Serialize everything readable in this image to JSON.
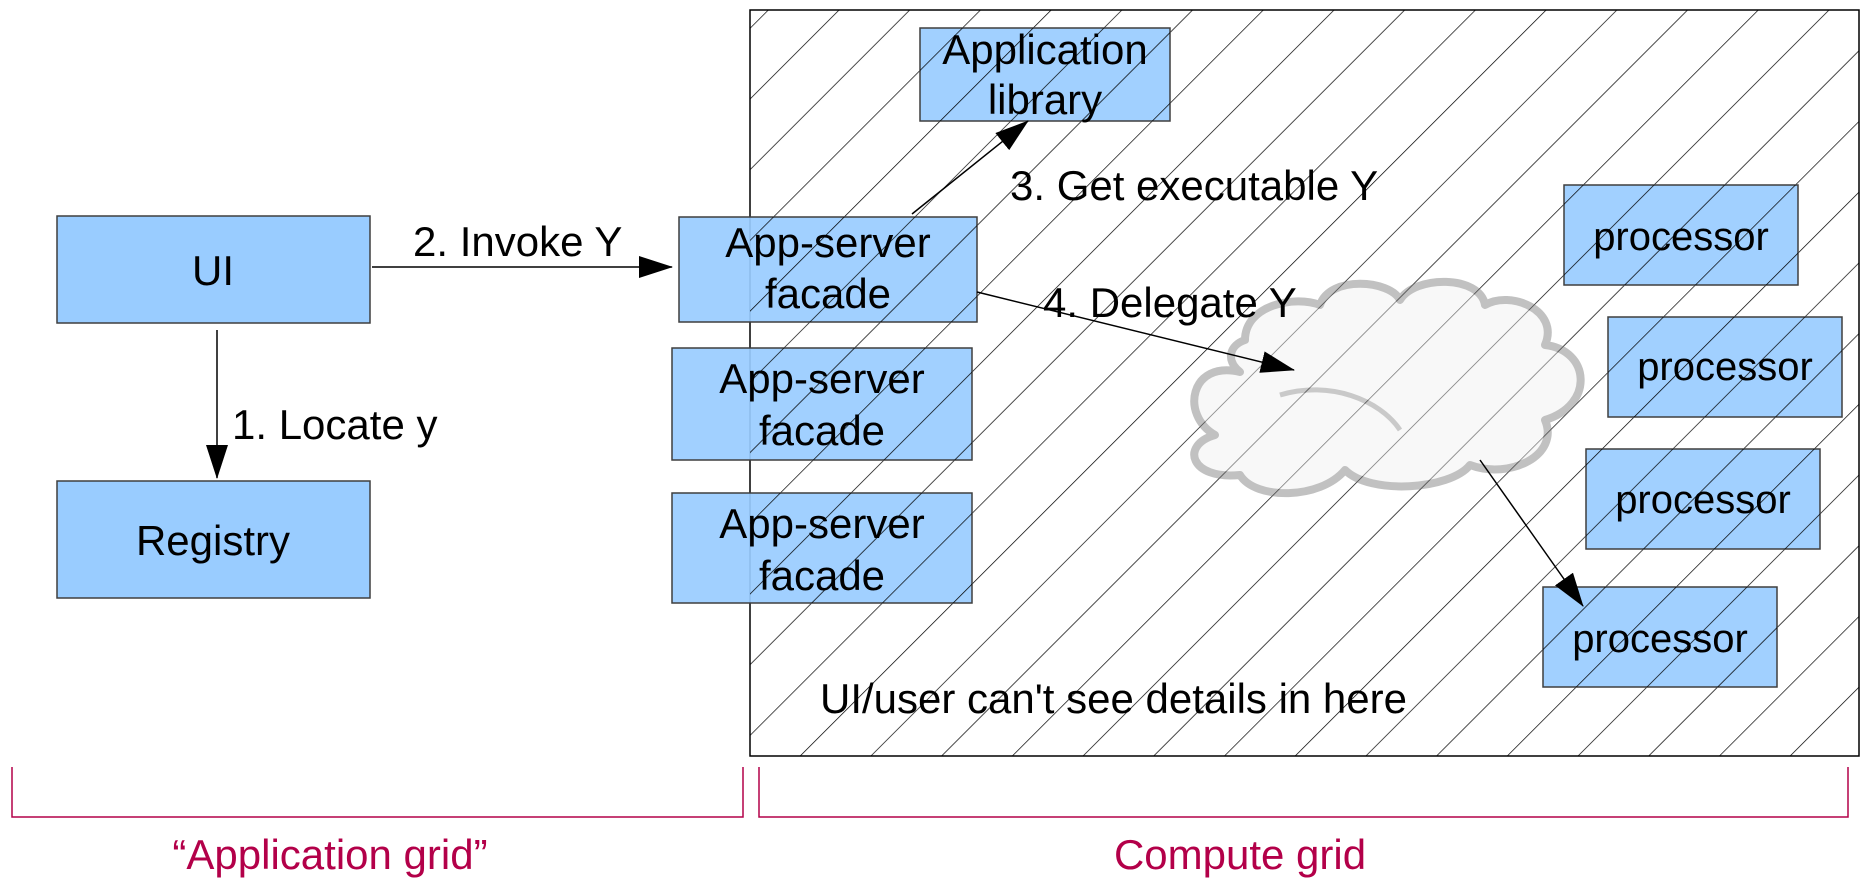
{
  "colors": {
    "box_fill": "#99ccff",
    "box_stroke": "#3f3f3f",
    "line": "#000000",
    "brace": "#b30049",
    "brace_label": "#b30049",
    "hatch": "#000000"
  },
  "nodes": {
    "ui": "UI",
    "registry": "Registry",
    "app_library_line1": "Application",
    "app_library_line2": "library",
    "facade_line1": "App-server",
    "facade_line2": "facade",
    "processor": "processor"
  },
  "edges": {
    "locate": "1. Locate y",
    "invoke": "2. Invoke Y",
    "get_executable": "3. Get executable Y",
    "delegate": "4. Delegate Y"
  },
  "notes": {
    "hidden_details": "UI/user can't see details in here"
  },
  "groups": {
    "application_grid": "“Application grid”",
    "compute_grid": "Compute grid"
  },
  "icons": {
    "cloud": "cloud-icon"
  }
}
